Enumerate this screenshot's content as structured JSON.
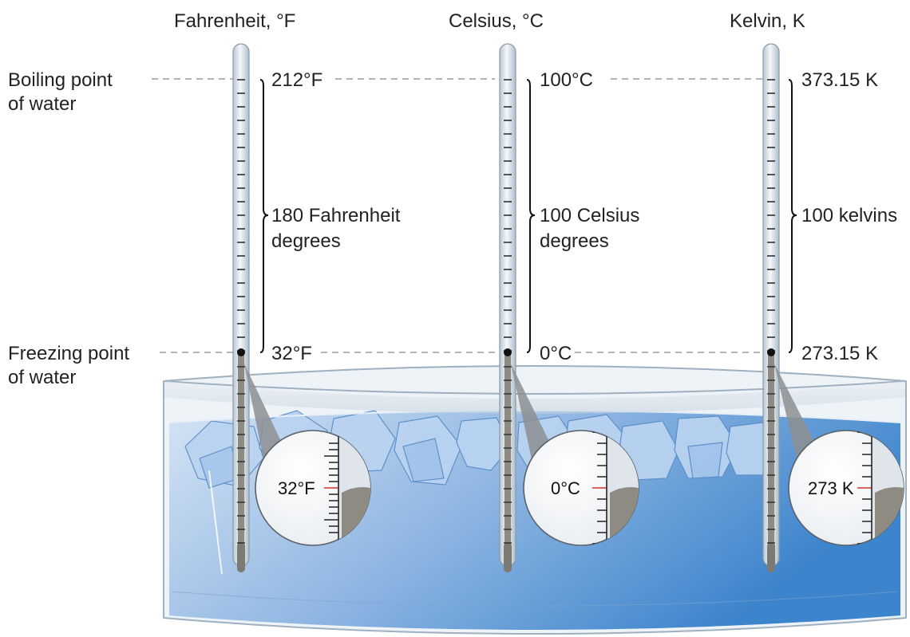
{
  "headers": {
    "fahrenheit": "Fahrenheit, °F",
    "celsius": "Celsius, °C",
    "kelvin": "Kelvin, K"
  },
  "left_labels": {
    "boiling_line1": "Boiling point",
    "boiling_line2": "of water",
    "freezing_line1": "Freezing point",
    "freezing_line2": "of water"
  },
  "thermometers": [
    {
      "scale": "fahrenheit",
      "top_label": "212°F",
      "bottom_label": "32°F",
      "range_line1": "180 Fahrenheit",
      "range_line2": "degrees",
      "magnified": "32°F"
    },
    {
      "scale": "celsius",
      "top_label": "100°C",
      "bottom_label": "0°C",
      "range_line1": "100 Celsius",
      "range_line2": "degrees",
      "magnified": "0°C"
    },
    {
      "scale": "kelvin",
      "top_label": "373.15 K",
      "bottom_label": "273.15 K",
      "range_line1": "100 kelvins",
      "range_line2": "",
      "magnified": "273 K"
    }
  ],
  "colors": {
    "water_light": "#c9dcf2",
    "water_dark": "#3f86cf",
    "tube": "#dde6ee",
    "mercury": "#8d8a82",
    "ice": "#b7d2f0",
    "ice_edge": "#5f8fc8",
    "dashed": "#9a9a9a",
    "tick_red": "#d2342c"
  }
}
